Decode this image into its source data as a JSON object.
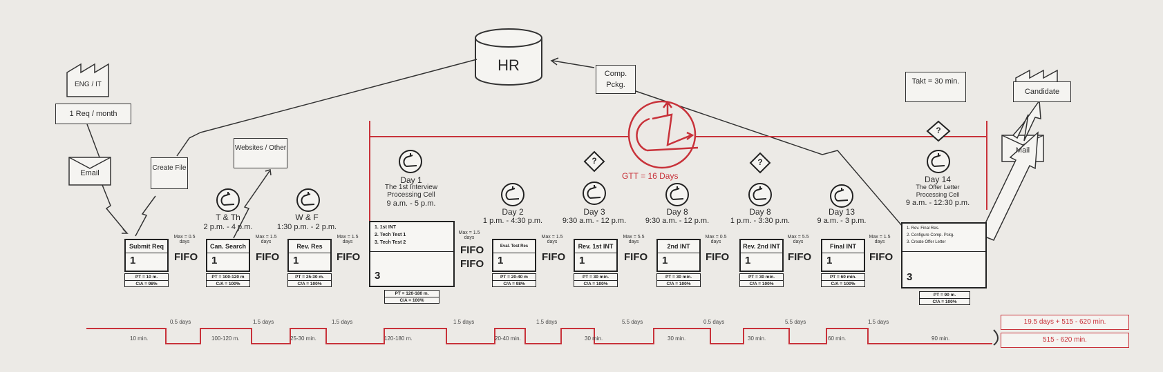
{
  "suppliers": {
    "eng": "ENG / IT",
    "demand": "1 Req / month",
    "email": "Email",
    "create_file": "Create File",
    "websites": "Websites / Other"
  },
  "hr": "HR",
  "comp_pckg": "Comp. Pckg.",
  "takt": "Takt = 30 min.",
  "candidate": "Candidate",
  "mail": "Mail",
  "gtt": "GTT = 16 Days",
  "question_mark": "?",
  "schedules": {
    "ts": {
      "day": "T & Th",
      "time": "2 p.m. - 4 p.m."
    },
    "rr": {
      "day": "W & F",
      "time": "1:30 p.m. - 2 p.m."
    },
    "day1": {
      "day": "Day 1",
      "desc1": "The 1st Interview",
      "desc2": "Processing Cell",
      "time": "9 a.m. - 5 p.m."
    },
    "day2": {
      "day": "Day 2",
      "time": "1 p.m. - 4:30 p.m."
    },
    "day3": {
      "day": "Day 3",
      "time": "9:30 a.m. - 12 p.m."
    },
    "day8a": {
      "day": "Day 8",
      "time": "9:30 a.m. - 12 p.m."
    },
    "day8b": {
      "day": "Day 8",
      "time": "1 p.m. - 3:30 p.m."
    },
    "day13": {
      "day": "Day 13",
      "time": "9 a.m. - 3 p.m."
    },
    "day14": {
      "day": "Day 14",
      "desc1": "The Offer Letter",
      "desc2": "Processing Cell",
      "time": "9 a.m. - 12:30 p.m."
    }
  },
  "processes": [
    {
      "name": "Submit Req",
      "ops": "1",
      "pt": "PT = 10 m.",
      "ca": "C/A = 98%"
    },
    {
      "name": "Can. Search",
      "ops": "1",
      "pt": "PT = 100-120 m",
      "ca": "C/A = 100%"
    },
    {
      "name": "Rev. Res",
      "ops": "1",
      "pt": "PT = 25-30 m.",
      "ca": "C/A = 100%"
    },
    {
      "name": "",
      "ops": "3",
      "pt": "PT = 120-180 m.",
      "ca": "C/A = 100%"
    },
    {
      "name": "Eval. Test Res",
      "ops": "1",
      "pt": "PT = 20-40 m",
      "ca": "C/A = 98%"
    },
    {
      "name": "Rev. 1st INT",
      "ops": "1",
      "pt": "PT = 30 min.",
      "ca": "C/A = 100%"
    },
    {
      "name": "2nd INT",
      "ops": "1",
      "pt": "PT = 30 min.",
      "ca": "C/A = 100%"
    },
    {
      "name": "Rev. 2nd INT",
      "ops": "1",
      "pt": "PT = 30 min.",
      "ca": "C/A = 100%"
    },
    {
      "name": "Final INT",
      "ops": "1",
      "pt": "PT = 60 min.",
      "ca": "C/A = 100%"
    },
    {
      "name": "",
      "ops": "3",
      "pt": "PT = 90 m.",
      "ca": "C/A = 100%"
    }
  ],
  "cell1_steps": [
    "1. 1st INT",
    "2. Tech Test 1",
    "3. Tech Test 2"
  ],
  "cell2_steps": [
    "1. Rev. Final Res.",
    "2. Configure Comp. Pckg.",
    "3. Create Offer Letter"
  ],
  "fifo_label": "FIFO",
  "max_labels": [
    "Max = 0.5 days",
    "Max = 1.5 days",
    "Max = 1.5 days",
    "Max = 1.5 days",
    "Max = 1.5 days",
    "Max = 5.5 days",
    "Max = 0.5 days",
    "Max = 5.5 days",
    "Max = 1.5 days"
  ],
  "timeline": {
    "wait": [
      "0.5 days",
      "1.5 days",
      "1.5 days",
      "1.5 days",
      "1.5 days",
      "5.5 days",
      "0.5 days",
      "5.5 days",
      "1.5 days"
    ],
    "proc": [
      "10 min.",
      "100-120 m.",
      "25-30 min.",
      "120-180 m.",
      "20-40 min.",
      "30 min.",
      "30 min.",
      "30 min.",
      "60 min.",
      "90 min."
    ],
    "total_lead": "19.5 days + 515 - 620 min.",
    "total_proc": "515 - 620 min."
  }
}
